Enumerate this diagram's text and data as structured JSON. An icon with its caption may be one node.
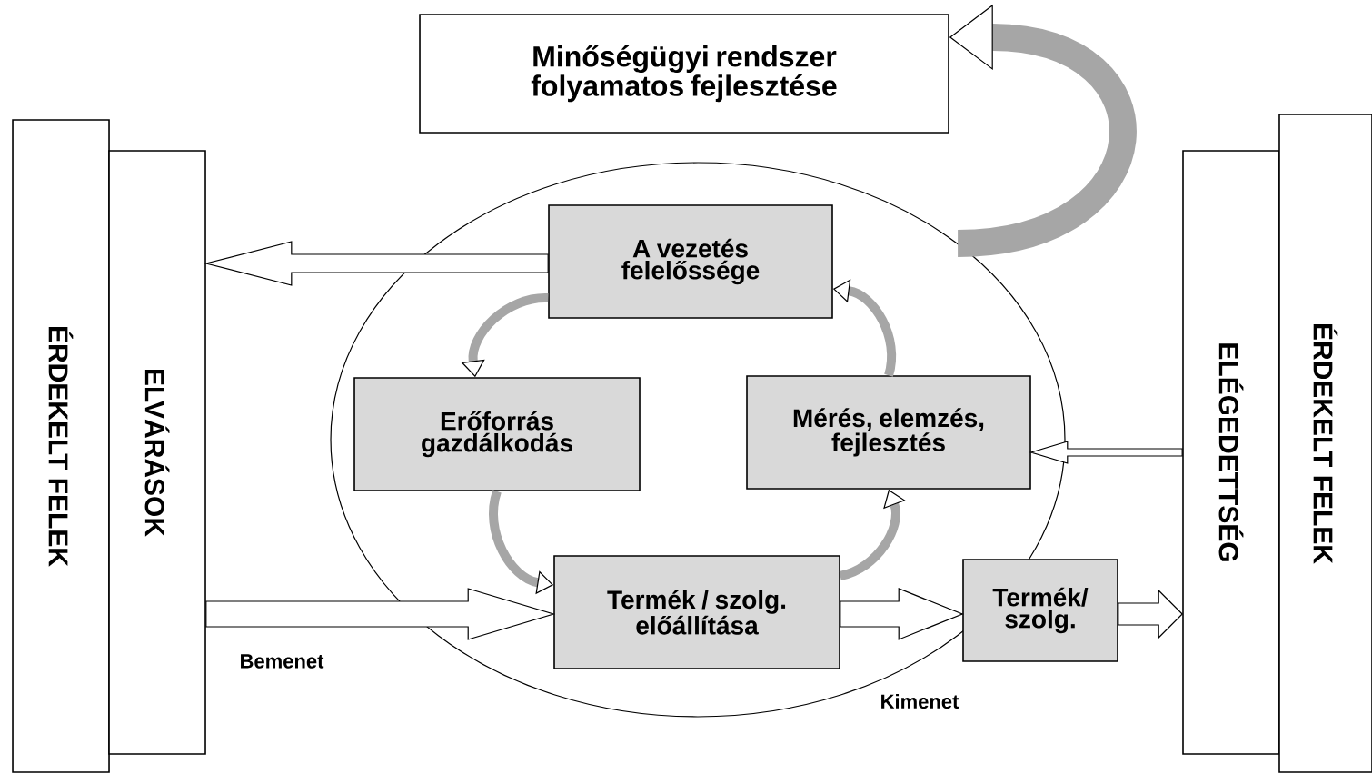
{
  "diagram": {
    "nodes": [
      {
        "text": [
          "Minőségügyi rendszer folyamatos fejlesztése"
        ]
      },
      {
        "text": [
          "ÉRDEKELT FELEK"
        ]
      },
      {
        "text": [
          "ELVÁRÁSOK"
        ]
      },
      {
        "text": [],
        "shape": "ellipse"
      },
      {
        "text": [
          "A vezetés felelőssége"
        ],
        "in": 3
      },
      {
        "text": [
          "Erőforrás gazdálkodás"
        ],
        "in": 3
      },
      {
        "text": [
          "Mérés, elemzés, fejlesztés"
        ],
        "in": 3
      },
      {
        "text": [
          "Termék / szolg. előállítása"
        ],
        "in": 3
      },
      {
        "text": [
          "Termék/ szolg."
        ]
      },
      {
        "text": [
          "ELÉGEDETTSÉG"
        ]
      },
      {
        "text": [
          "ÉRDEKELT FELEK"
        ]
      }
    ],
    "edges": [
      {
        "from": 4,
        "to": 2,
        "arrow": "to"
      },
      {
        "from": 2,
        "to": 7,
        "arrow": "to"
      },
      {
        "from": 7,
        "to": 8,
        "arrow": "to"
      },
      {
        "from": 8,
        "to": 9,
        "arrow": "to"
      },
      {
        "from": 9,
        "to": 6,
        "arrow": "to"
      },
      {
        "from": 4,
        "to": 5,
        "arrow": "to"
      },
      {
        "from": 5,
        "to": 7,
        "arrow": "to"
      },
      {
        "from": 7,
        "to": 6,
        "arrow": "to"
      },
      {
        "from": 6,
        "to": 4,
        "arrow": "to"
      },
      {
        "from": 3,
        "to": 0,
        "arrow": "to",
        "style": "thick"
      }
    ],
    "labels": [
      "Bemenet",
      "Kimenet"
    ]
  }
}
